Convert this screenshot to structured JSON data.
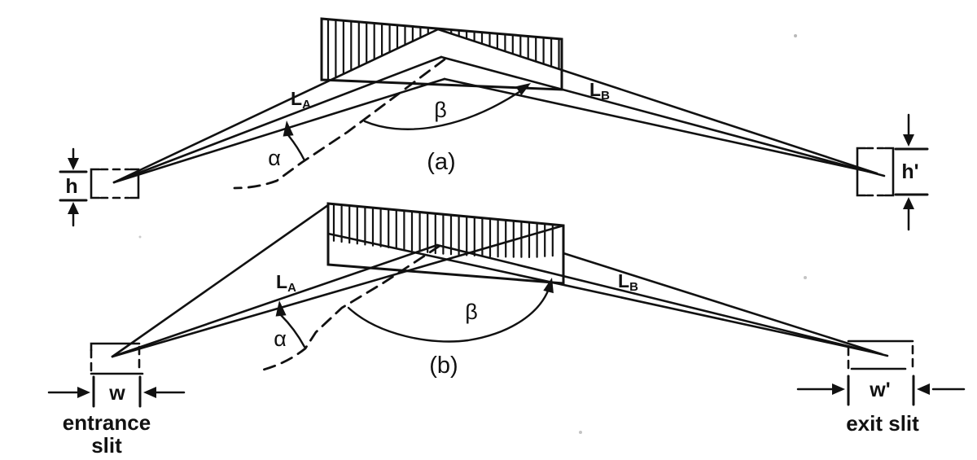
{
  "figure": {
    "background": "#ffffff",
    "ink": "#111111",
    "panels": {
      "a": {
        "caption": "(a)",
        "alpha": "α",
        "beta": "β",
        "entrance_arm": {
          "base": "L",
          "sub": "A"
        },
        "exit_arm": {
          "base": "L",
          "sub": "B"
        },
        "entrance_height": "h",
        "exit_height": "h'"
      },
      "b": {
        "caption": "(b)",
        "alpha": "α",
        "beta": "β",
        "entrance_arm": {
          "base": "L",
          "sub": "A"
        },
        "exit_arm": {
          "base": "L",
          "sub": "B"
        },
        "entrance_width": "w",
        "exit_width": "w'",
        "entrance_label_line1": "entrance",
        "entrance_label_line2": "slit",
        "exit_label": "exit slit"
      }
    }
  }
}
